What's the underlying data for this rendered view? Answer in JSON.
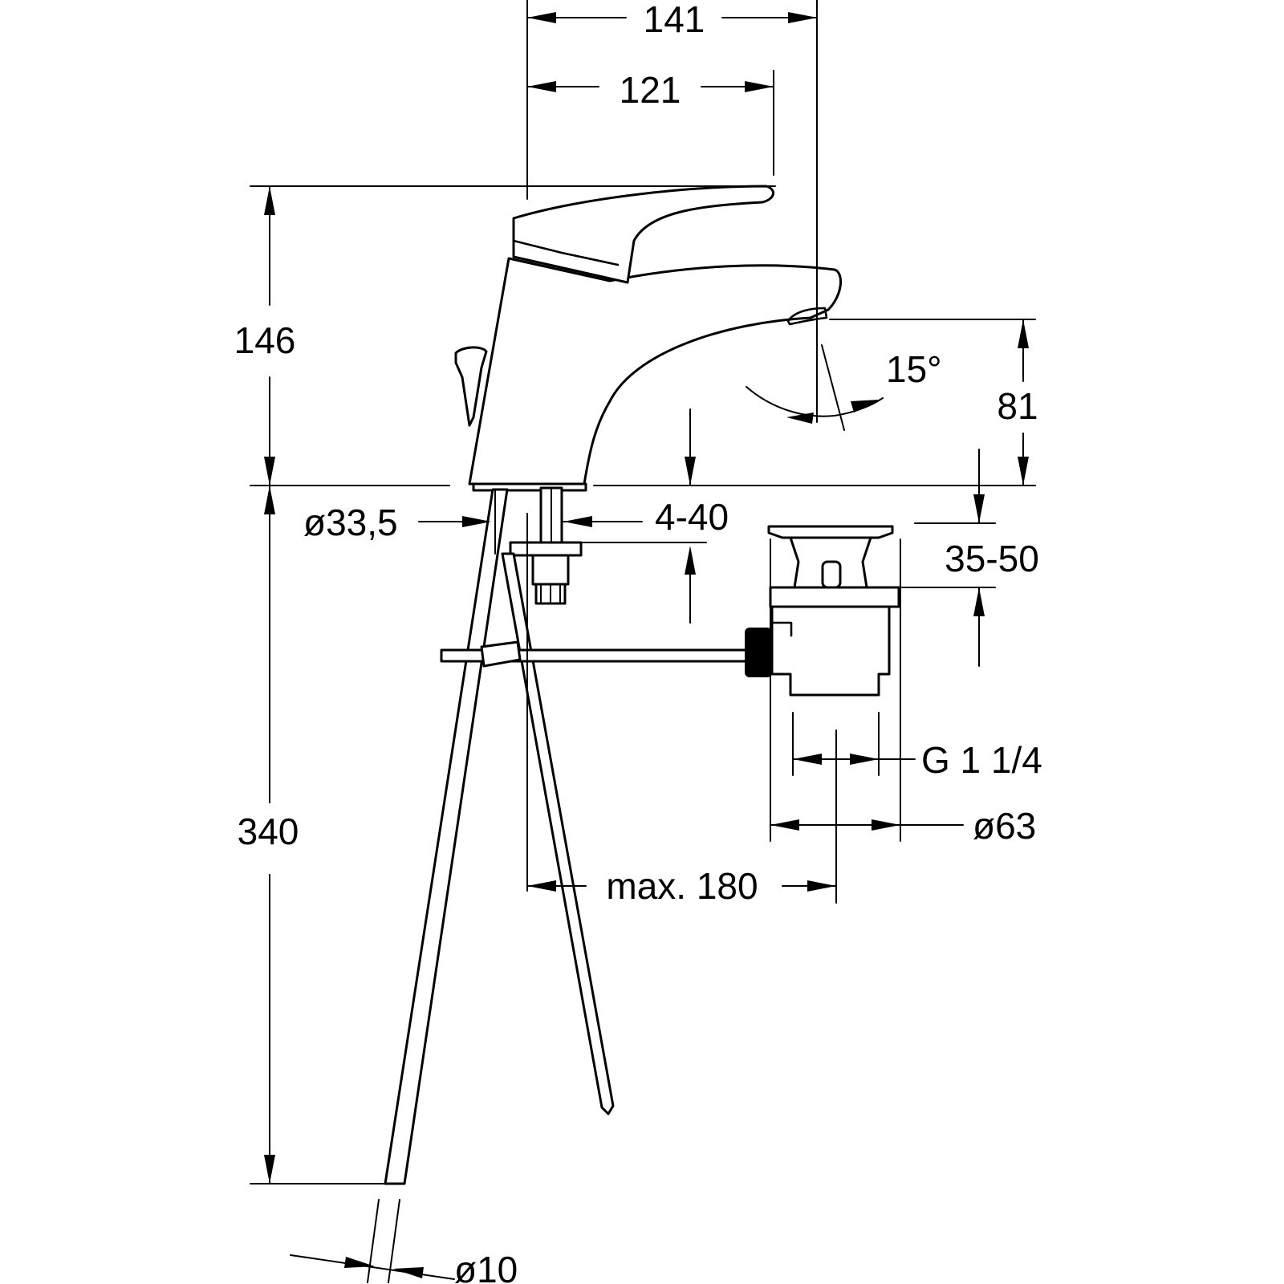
{
  "dimensions": {
    "d141": "141",
    "d121": "121",
    "d146": "146",
    "d81": "81",
    "d15": "15°",
    "d33_5": "ø33,5",
    "d4_40": "4-40",
    "d35_50": "35-50",
    "dG": "G 1 1/4",
    "d63": "ø63",
    "d340": "340",
    "dmax180": "max. 180",
    "d10": "ø10"
  }
}
